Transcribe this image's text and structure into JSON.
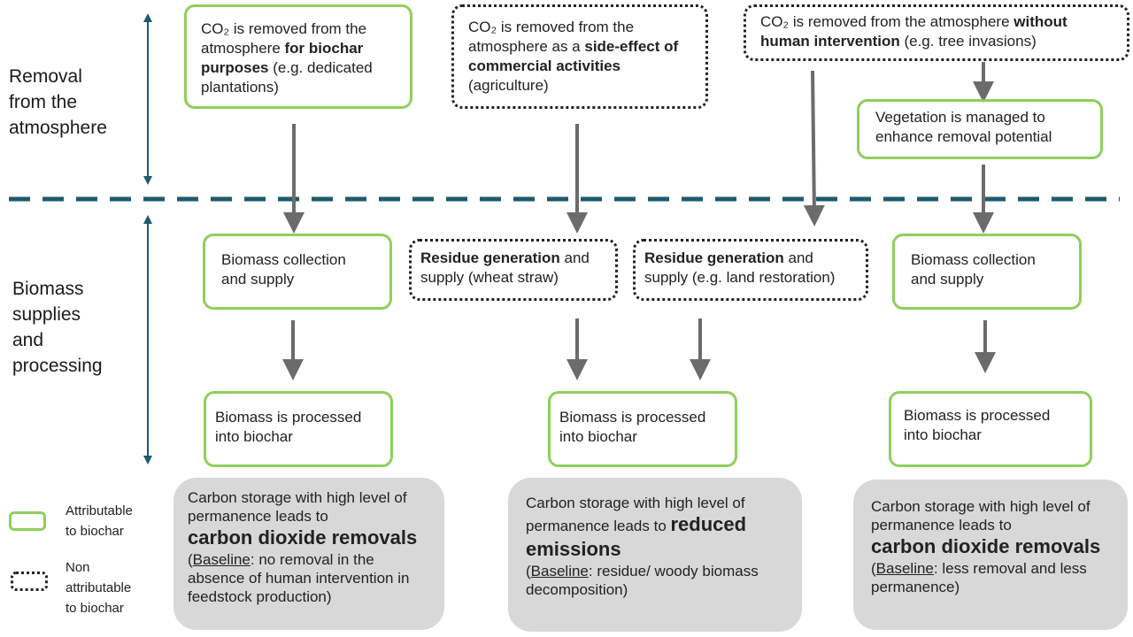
{
  "sections": {
    "removal": "Removal\nfrom the\natmosphere",
    "biomass": "Biomass\nsupplies\nand\nprocessing"
  },
  "top_boxes": [
    {
      "pre": "CO₂ is removed from the atmosphere ",
      "bold": "for biochar purposes",
      "post": " (e.g. dedicated plantations)"
    },
    {
      "pre": "CO₂ is removed from the atmosphere as a ",
      "bold": "side-effect of commercial activities",
      "post": " (agriculture)"
    },
    {
      "pre": "CO₂ is removed from the atmosphere ",
      "bold": "without human intervention",
      "post": " (e.g. tree invasions)"
    }
  ],
  "vegetation_box": "Vegetation is managed to enhance removal potential",
  "supply_boxes": [
    {
      "pre": "",
      "bold": "",
      "post": "Biomass collection and supply"
    },
    {
      "pre": "",
      "bold": "Residue generation",
      "post": " and supply (wheat straw)"
    },
    {
      "pre": "",
      "bold": "Residue generation",
      "post": " and supply (e.g. land restoration)"
    },
    {
      "pre": "",
      "bold": "",
      "post": "Biomass collection and supply"
    }
  ],
  "process_boxes": [
    "Biomass is processed into biochar",
    "Biomass is processed into biochar",
    "Biomass is processed into biochar"
  ],
  "results": [
    {
      "lead": "Carbon storage with high level of permanence leads to ",
      "big": "carbon dioxide removals",
      "paren_open": "(",
      "baseline": "Baseline",
      "baseline_text": ": no removal in the absence of human intervention in feedstock production)"
    },
    {
      "lead": "Carbon storage with high level of permanence leads to ",
      "big": "reduced emissions",
      "paren_open": "(",
      "baseline": "Baseline",
      "baseline_text": ": residue/ woody biomass decomposition)"
    },
    {
      "lead": "Carbon storage with high level of permanence leads to ",
      "big": "carbon dioxide removals",
      "paren_open": "(",
      "baseline": "Baseline",
      "baseline_text": ": less removal and less permanence)"
    }
  ],
  "legend": {
    "attributable": "Attributable\nto biochar",
    "non_attributable": "Non\nattributable\nto biochar"
  },
  "colors": {
    "green_border": "#8fcf5c",
    "dashed_line": "#1d5a6e",
    "arrow": "#6b6b6b",
    "result_bg": "#d8d8d8"
  }
}
